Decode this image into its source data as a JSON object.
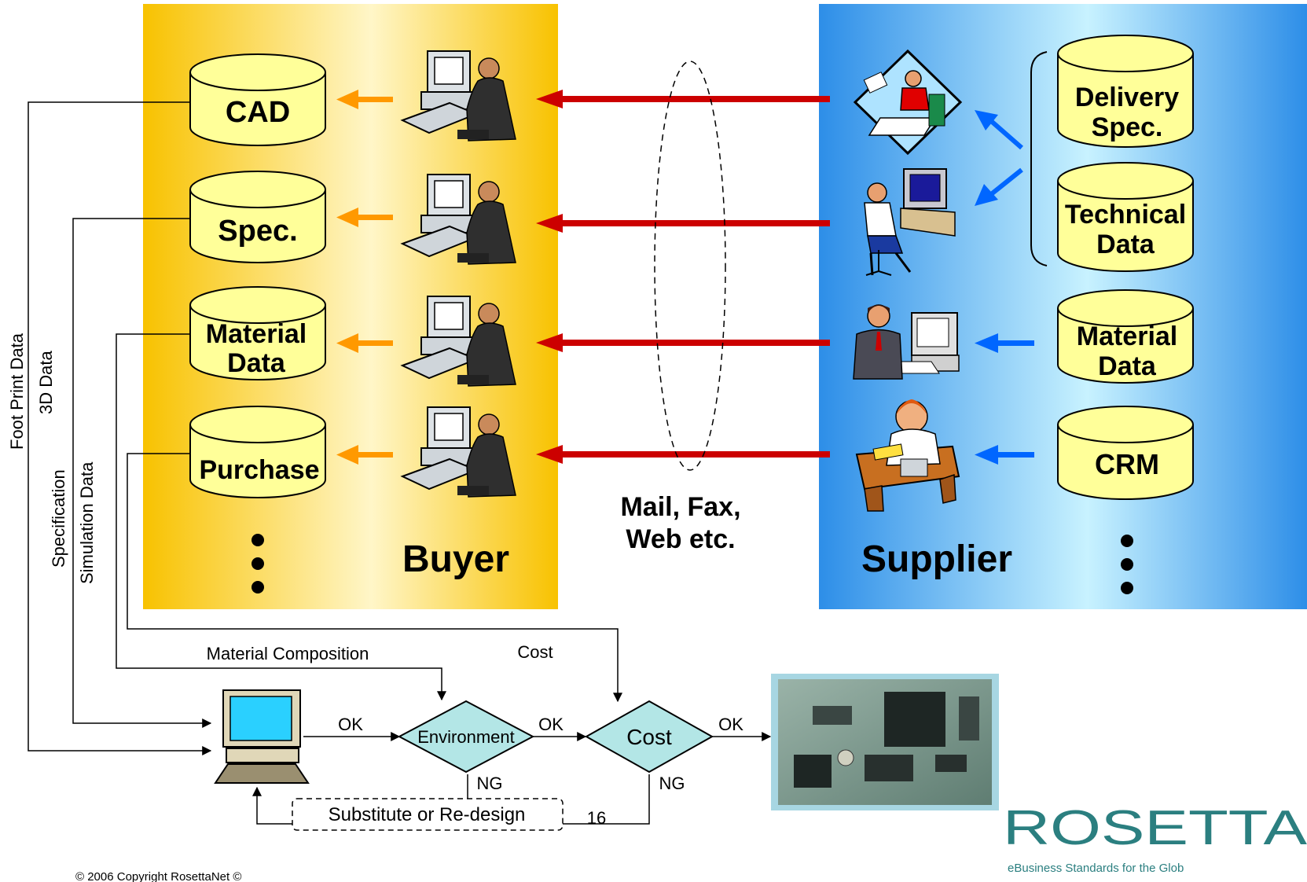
{
  "buyer": {
    "label": "Buyer",
    "databases": [
      "CAD",
      "Spec.",
      "Material",
      "Data",
      "Purchase"
    ],
    "ellipsis": "•"
  },
  "supplier": {
    "label": "Supplier",
    "databases": [
      "Delivery",
      "Spec.",
      "Technical",
      "Data",
      "Material",
      "Data",
      "CRM"
    ]
  },
  "channel": {
    "line1": "Mail, Fax,",
    "line2": "Web etc."
  },
  "vertical_labels": [
    "Foot Print Data",
    "3D Data",
    "Specification",
    "Simulation Data"
  ],
  "flow": {
    "material_composition": "Material Composition",
    "cost_label": "Cost",
    "ok": "OK",
    "ng": "NG",
    "environment": "Environment",
    "cost": "Cost",
    "substitute": "Substitute or Re-design",
    "page_number": "16"
  },
  "footer": {
    "copyright": "© 2006 Copyright RosettaNet ©",
    "logo_text": "ROSETTA",
    "logo_tagline": "eBusiness Standards for the Glob"
  },
  "colors": {
    "buyer_gold": "#f8c400",
    "buyer_light": "#fff8d0",
    "supplier_blue": "#2d8fe8",
    "supplier_light": "#c8f0ff",
    "db_fill": "#ffff99",
    "red_arrow": "#cc0000",
    "orange_arrow": "#ff9900",
    "blue_arrow": "#0066ff",
    "diamond": "#b3e6e6",
    "logo_teal": "#2b7f80"
  }
}
